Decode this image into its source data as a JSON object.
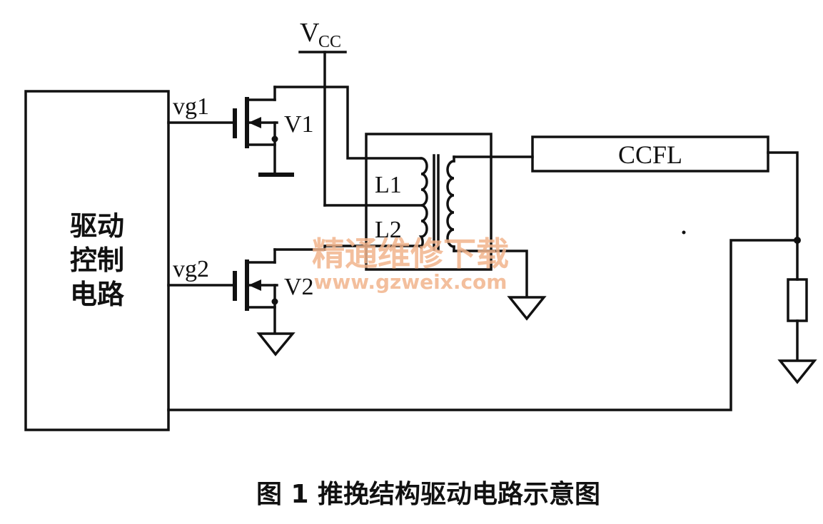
{
  "labels": {
    "vcc_main": "V",
    "vcc_sub": "CC",
    "vg1": "vg1",
    "vg2": "vg2",
    "v1": "V1",
    "v2": "V2",
    "l1": "L1",
    "l2": "L2",
    "ccfl": "CCFL",
    "control_line1": "驱动",
    "control_line2": "控制",
    "control_line3": "电路"
  },
  "caption": "图 1  推挽结构驱动电路示意图",
  "watermark": {
    "cn": "精通维修下载",
    "url": "www.gzweix.com"
  },
  "colors": {
    "ink": "#111111",
    "watermark": "#f2b48c"
  }
}
